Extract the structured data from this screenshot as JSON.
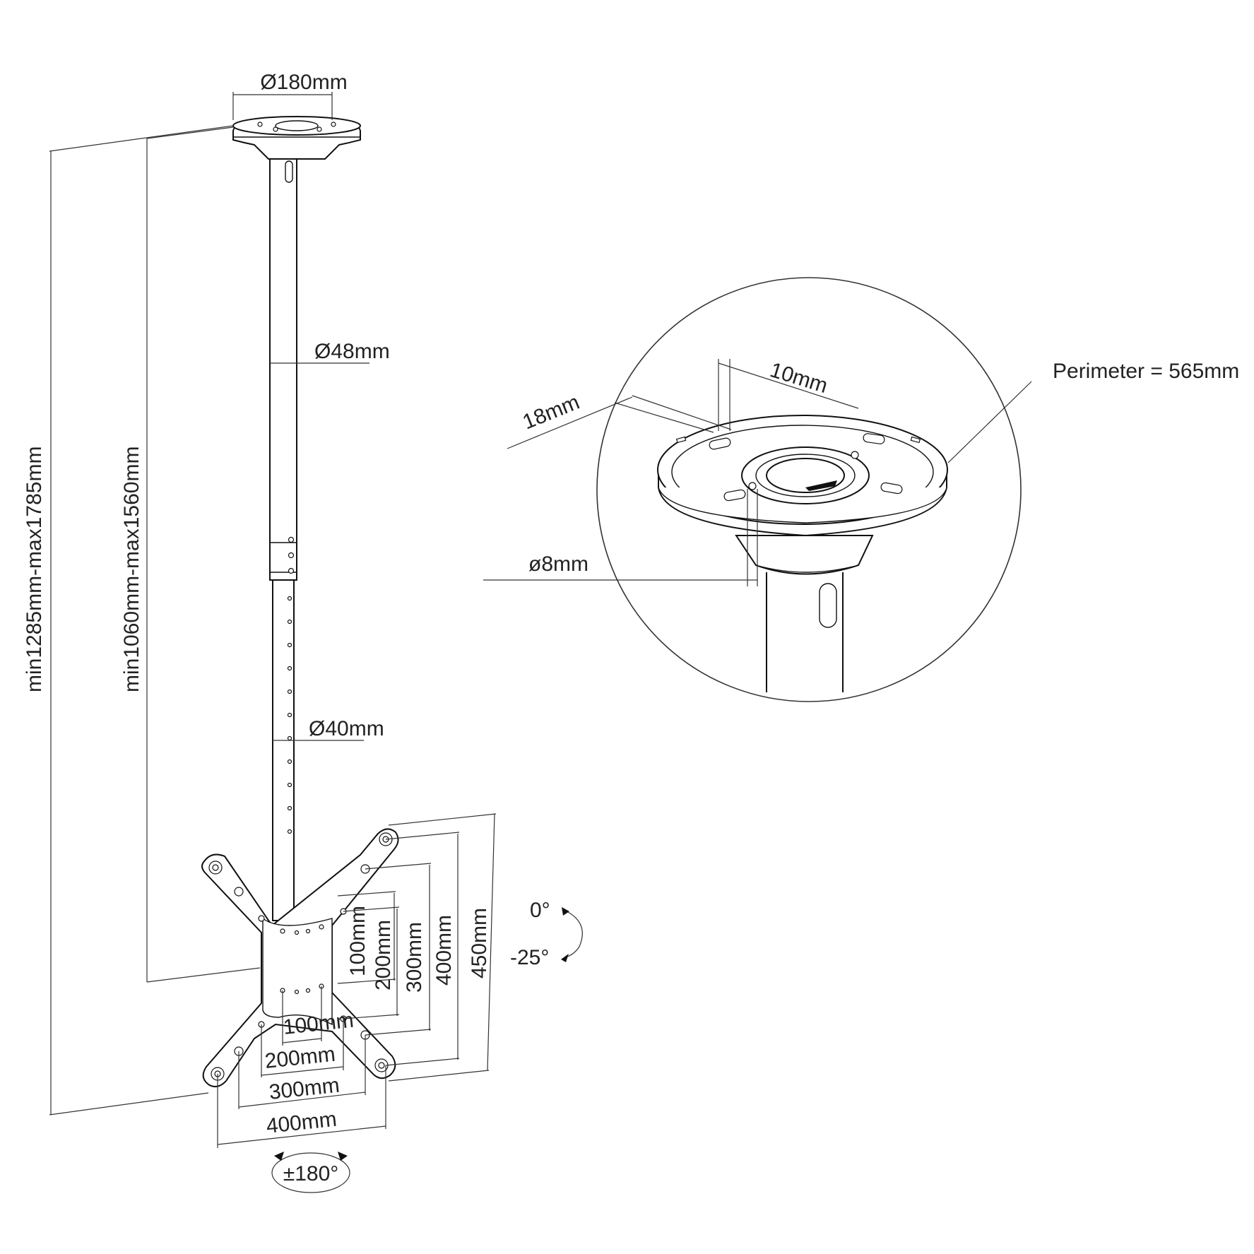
{
  "labels": {
    "ceiling_plate_diameter": "Ø180mm",
    "upper_tube_diameter": "Ø48mm",
    "lower_tube_diameter": "Ø40mm",
    "total_height": "min1285mm-max1785mm",
    "pole_height": "min1060mm-max1560mm",
    "vesa_v100": "100mm",
    "vesa_v200": "200mm",
    "vesa_v300": "300mm",
    "vesa_v400": "400mm",
    "vesa_v450": "450mm",
    "vesa_h100": "100mm",
    "vesa_h200": "200mm",
    "vesa_h300": "300mm",
    "vesa_h400": "400mm",
    "tilt_max": "0°",
    "tilt_min": "-25°",
    "rotation": "±180°",
    "slot_length": "10mm",
    "slot_spacing": "18mm",
    "hole_diameter": "ø8mm",
    "perimeter": "Perimeter = 565mm"
  },
  "colors": {
    "line": "#111111",
    "background": "#ffffff"
  }
}
